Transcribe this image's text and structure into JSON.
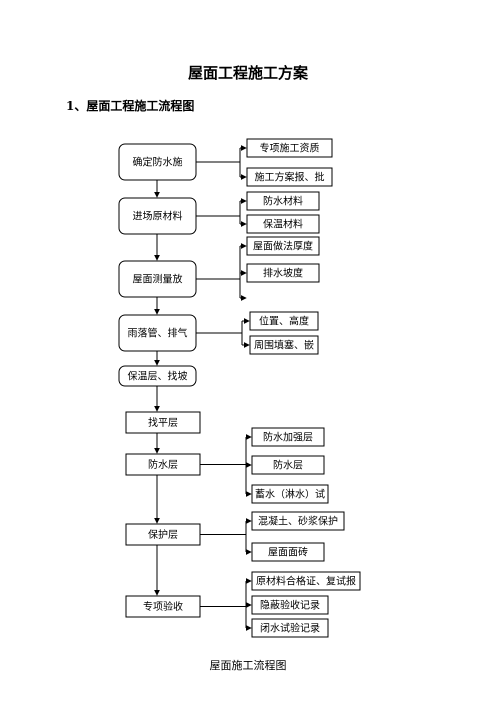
{
  "title": "屋面工程施工方案",
  "section_heading": "1、屋面工程施工流程图",
  "caption": "屋面施工流程图",
  "flowchart": {
    "main_steps": [
      {
        "id": "s1",
        "label": "确定防水施"
      },
      {
        "id": "s2",
        "label": "进场原材料"
      },
      {
        "id": "s3",
        "label": "屋面测量放"
      },
      {
        "id": "s4",
        "label": "雨落管、排气"
      },
      {
        "id": "s5",
        "label": "保温层、找坡"
      },
      {
        "id": "s6",
        "label": "找平层"
      },
      {
        "id": "s7",
        "label": "防水层"
      },
      {
        "id": "s8",
        "label": "保护层"
      },
      {
        "id": "s9",
        "label": "专项验收"
      }
    ],
    "branches": [
      {
        "id": "b1",
        "from": "s1",
        "label": "专项施工资质"
      },
      {
        "id": "b2",
        "from": "s1",
        "label": "施工方案报、批"
      },
      {
        "id": "b3",
        "from": "s2",
        "label": "防水材料"
      },
      {
        "id": "b4",
        "from": "s2",
        "label": "保温材料"
      },
      {
        "id": "b5",
        "from": "s3",
        "label": "屋面做法厚度"
      },
      {
        "id": "b6",
        "from": "s3",
        "label": "排水坡度"
      },
      {
        "id": "b7",
        "from": "s3",
        "label": ""
      },
      {
        "id": "b8",
        "from": "s4",
        "label": "位置、高度"
      },
      {
        "id": "b9",
        "from": "s4",
        "label": "周围填塞、嵌"
      },
      {
        "id": "b10",
        "from": "s7",
        "label": "防水加强层"
      },
      {
        "id": "b11",
        "from": "s7",
        "label": "防水层"
      },
      {
        "id": "b12",
        "from": "s7",
        "label": "蓄水（淋水）试"
      },
      {
        "id": "b13",
        "from": "s8",
        "label": "混凝土、砂浆保护"
      },
      {
        "id": "b14",
        "from": "s8",
        "label": "屋面面砖"
      },
      {
        "id": "b15",
        "from": "s9",
        "label": "原材料合格证、复试报"
      },
      {
        "id": "b16",
        "from": "s9",
        "label": "隐蔽验收记录"
      },
      {
        "id": "b17",
        "from": "s9",
        "label": "闭水试验记录"
      }
    ]
  }
}
